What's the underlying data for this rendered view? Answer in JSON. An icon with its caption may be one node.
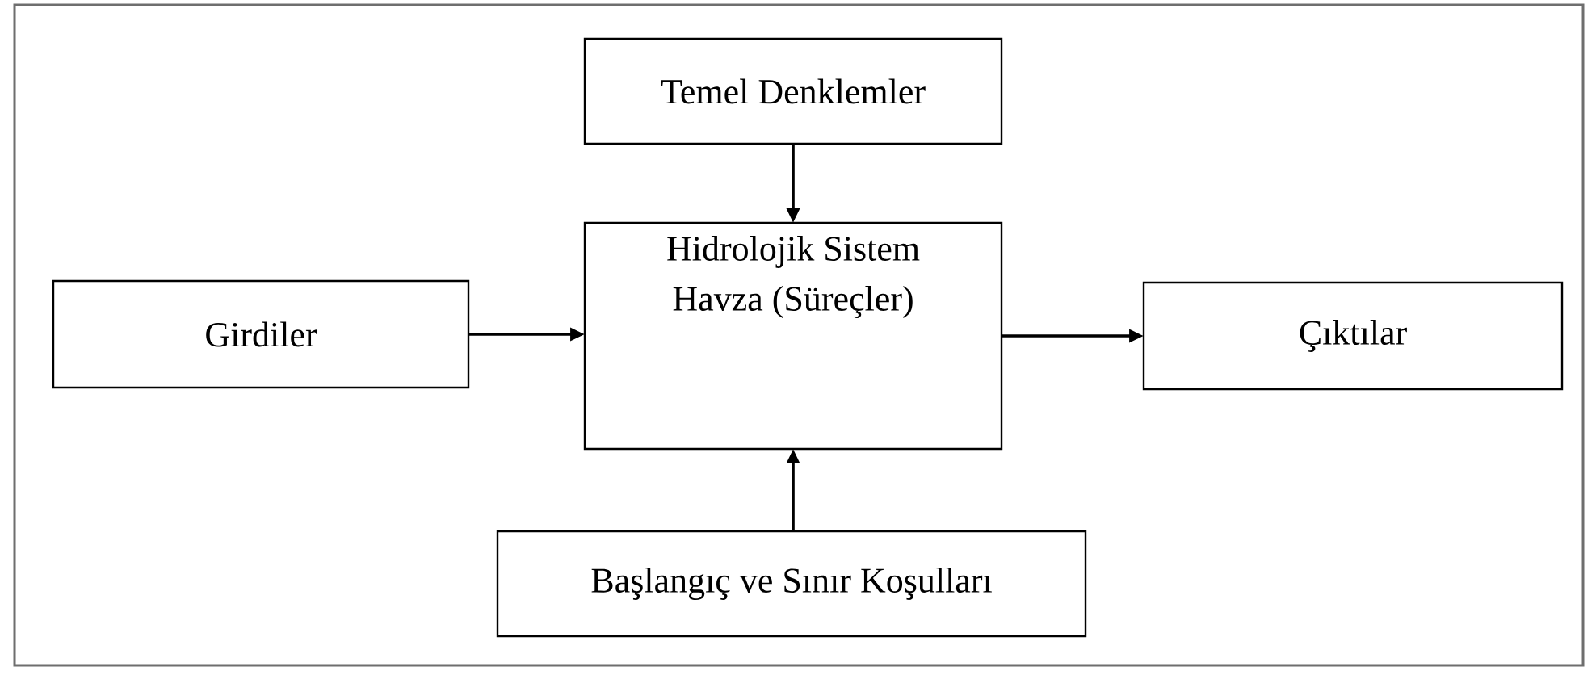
{
  "diagram": {
    "nodes": [
      {
        "text": [
          "Temel Denklemler"
        ]
      },
      {
        "text": [
          "Hidrolojik Sistem Havza (Süreçler)"
        ]
      },
      {
        "text": [
          "Girdiler"
        ]
      },
      {
        "text": [
          "Çıktılar"
        ]
      },
      {
        "text": [
          "Başlangıç ve Sınır Koşulları"
        ]
      }
    ],
    "edges": [
      {
        "from": 0,
        "to": 1,
        "arrow": "to"
      },
      {
        "from": 2,
        "to": 1,
        "arrow": "to"
      },
      {
        "from": 1,
        "to": 3,
        "arrow": "to"
      },
      {
        "from": 4,
        "to": 1,
        "arrow": "to"
      }
    ]
  }
}
